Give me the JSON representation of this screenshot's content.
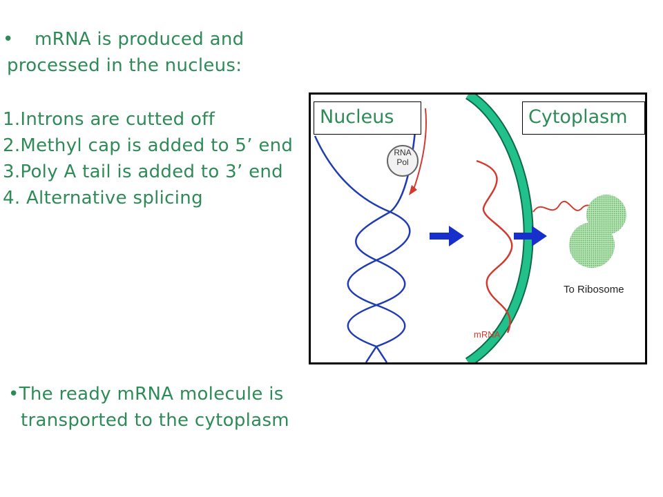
{
  "intro": {
    "bullet": "•",
    "line1": "mRNA is produced and",
    "line2": "processed in the nucleus:"
  },
  "steps": [
    "1.Introns are cutted off",
    "2.Methyl cap is added to 5’ end",
    "3.Poly A tail is added to 3’ end",
    "4. Alternative splicing"
  ],
  "outro": {
    "line1": "•The ready mRNA molecule is",
    "line2": "transported to the cytoplasm"
  },
  "diagram": {
    "nucleus_label": "Nucleus",
    "cytoplasm_label": "Cytoplasm",
    "rna_pol_line1": "RNA",
    "rna_pol_line2": "Pol",
    "mrna_label": "mRNA",
    "ribosome_label": "To Ribosome",
    "colors": {
      "text_green": "#2e8b57",
      "membrane": "#22c08a",
      "dna": "#1f3bb5",
      "mrna": "#d23a2f",
      "arrow": "#1730cc",
      "ribosome": "#8fcf8f"
    }
  }
}
